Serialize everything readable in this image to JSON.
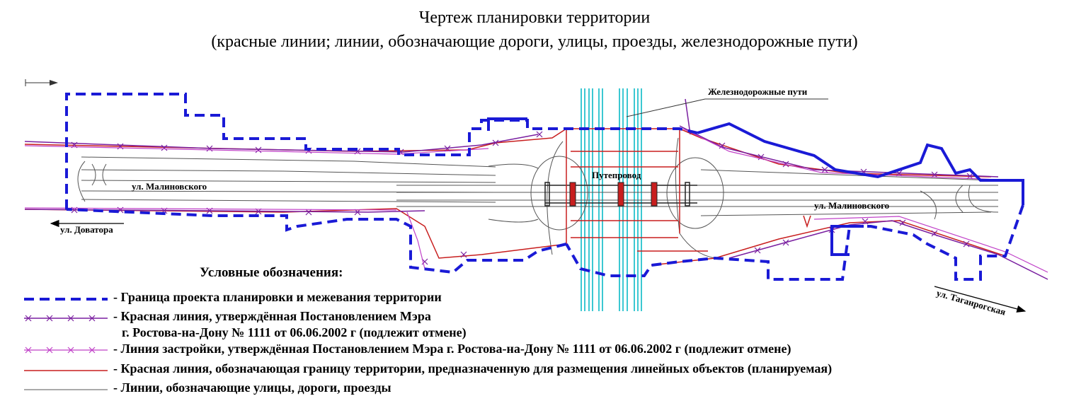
{
  "title": {
    "line1": "Чертеж планировки территории",
    "line2": "(красные линии; линии, обозначающие дороги, улицы, проезды, железнодорожные пути)"
  },
  "labels": {
    "railway": "Железнодорожные пути",
    "overpass": "Путепровод",
    "street_west": "ул. Малиновского",
    "street_east": "ул. Малиновского",
    "dovatora": "ул. Доватора",
    "taganrogskaya": "ул. Таганрогская"
  },
  "legend": {
    "title": "Условные обозначения:",
    "items": [
      {
        "text": "- Граница проекта планировки и межевания территории"
      },
      {
        "text": "- Красная линия, утверждённая Постановлением Мэра"
      },
      {
        "text": "г. Ростова-на-Дону № 1111 от 06.06.2002 г (подлежит отмене)"
      },
      {
        "text": "-  Линия застройки, утверждённая Постановлением Мэра г. Ростова-на-Дону № 1111 от 06.06.2002 г (подлежит отмене)"
      },
      {
        "text": "-  Красная линия, обозначающая границу территории, предназначенную для размещения линейных объектов (планируемая)"
      },
      {
        "text": "- Линии, обозначающие улицы, дороги, проезды"
      }
    ]
  },
  "colors": {
    "boundary": "#1a1ad6",
    "approved_red_line": "#7a1fa0",
    "building_line": "#c040c8",
    "planned_red_line": "#c81e1e",
    "roads": "#555555",
    "railway": "#3cc8d2"
  }
}
